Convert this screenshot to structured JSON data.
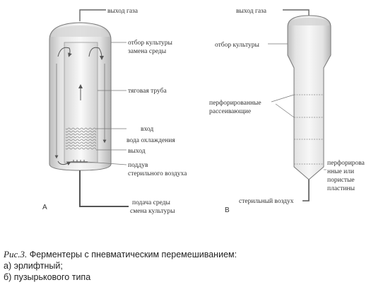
{
  "diagram_a": {
    "letter": "A",
    "labels": {
      "gas_outlet": "выход газа",
      "culture_sampling": "отбор культуры",
      "medium_change": "замена среды",
      "draft_tube": "тяговая труба",
      "inlet": "вход",
      "cooling_water": "вода охлаждения",
      "outlet": "выход",
      "air_supply_1": "поддув",
      "air_supply_2": "стерильного воздуха",
      "medium_supply": "подача среды",
      "culture_change": "смена культуры"
    }
  },
  "diagram_b": {
    "letter": "B",
    "labels": {
      "gas_outlet": "выход газа",
      "culture_sampling": "отбор культуры",
      "perforated_1": "перфорированные",
      "perforated_2": "рассеивающие",
      "porous_1": "перфорирова",
      "porous_2": "нные или",
      "porous_3": "пористые",
      "porous_4": "пластины",
      "sterile_air": "стерильный воздух"
    }
  },
  "caption": {
    "number": "Рис.3.",
    "title": " Ферментеры с пневматическим перемешиванием:",
    "item_a": "а) эрлифтный;",
    "item_b": "б) пузырькового типа"
  }
}
